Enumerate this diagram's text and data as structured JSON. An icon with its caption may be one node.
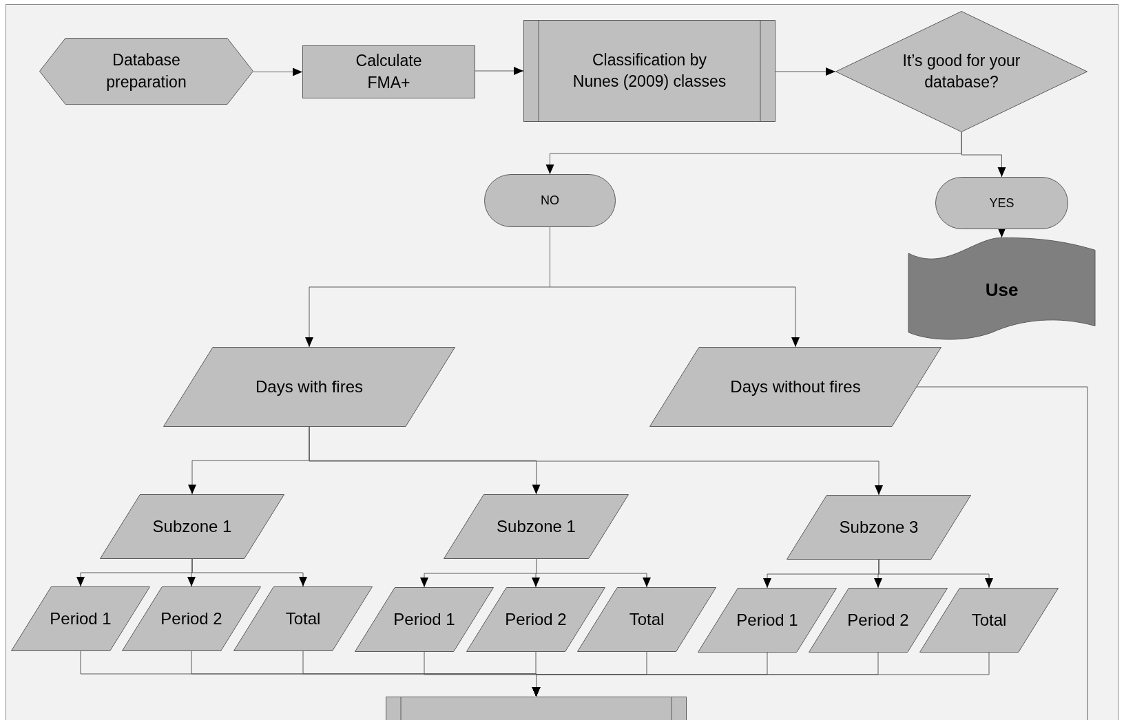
{
  "diagram": {
    "nodes": [
      {
        "text": [
          "Database preparation"
        ]
      },
      {
        "text": [
          "Calculate FMA+"
        ]
      },
      {
        "text": [
          "Classification by Nunes (2009) classes"
        ]
      },
      {
        "text": [
          "It’s good for your database?"
        ]
      },
      {
        "text": [
          "NO"
        ]
      },
      {
        "text": [
          "YES"
        ]
      },
      {
        "text": [
          "Use"
        ]
      },
      {
        "text": [
          "Days with fires"
        ]
      },
      {
        "text": [
          "Days without fires"
        ]
      },
      {
        "text": [
          "Subzone 1"
        ]
      },
      {
        "text": [
          "Subzone 1"
        ]
      },
      {
        "text": [
          "Subzone 3"
        ]
      },
      {
        "text": [
          "Period 1"
        ]
      },
      {
        "text": [
          "Period 2"
        ]
      },
      {
        "text": [
          "Total"
        ]
      },
      {
        "text": [
          "Period 1"
        ]
      },
      {
        "text": [
          "Period 2"
        ]
      },
      {
        "text": [
          "Total"
        ]
      },
      {
        "text": [
          "Period 1"
        ]
      },
      {
        "text": [
          "Period 2"
        ]
      },
      {
        "text": [
          "Total"
        ]
      },
      {
        "text": [],
        "shape": "box"
      }
    ],
    "edges": [
      {
        "from": 0,
        "to": 1,
        "arrow": "to"
      },
      {
        "from": 1,
        "to": 2,
        "arrow": "to"
      },
      {
        "from": 2,
        "to": 3,
        "arrow": "to"
      },
      {
        "from": 3,
        "to": 4,
        "arrow": "to"
      },
      {
        "from": 3,
        "to": 5,
        "arrow": "to"
      },
      {
        "from": 5,
        "to": 6,
        "arrow": "to"
      },
      {
        "from": 4,
        "to": 7,
        "arrow": "to"
      },
      {
        "from": 4,
        "to": 8,
        "arrow": "to"
      },
      {
        "from": 7,
        "to": 9,
        "arrow": "to"
      },
      {
        "from": 7,
        "to": 10,
        "arrow": "to"
      },
      {
        "from": 7,
        "to": 11,
        "arrow": "to"
      },
      {
        "from": 9,
        "to": 12,
        "arrow": "to"
      },
      {
        "from": 9,
        "to": 13,
        "arrow": "to"
      },
      {
        "from": 9,
        "to": 14,
        "arrow": "to"
      },
      {
        "from": 10,
        "to": 15,
        "arrow": "to"
      },
      {
        "from": 10,
        "to": 16,
        "arrow": "to"
      },
      {
        "from": 10,
        "to": 17,
        "arrow": "to"
      },
      {
        "from": 11,
        "to": 18,
        "arrow": "to"
      },
      {
        "from": 11,
        "to": 19,
        "arrow": "to"
      },
      {
        "from": 11,
        "to": 20,
        "arrow": "to"
      },
      {
        "from": 12,
        "to": 21,
        "arrow": "to"
      },
      {
        "from": 13,
        "to": 21,
        "arrow": "to"
      },
      {
        "from": 14,
        "to": 21,
        "arrow": "to"
      },
      {
        "from": 15,
        "to": 21,
        "arrow": "to"
      },
      {
        "from": 16,
        "to": 21,
        "arrow": "to"
      },
      {
        "from": 17,
        "to": 21,
        "arrow": "to"
      },
      {
        "from": 18,
        "to": 21,
        "arrow": "to"
      },
      {
        "from": 19,
        "to": 21,
        "arrow": "to"
      },
      {
        "from": 20,
        "to": 21,
        "arrow": "to"
      },
      {
        "from": 8,
        "to": null,
        "arrow": "none"
      }
    ]
  }
}
